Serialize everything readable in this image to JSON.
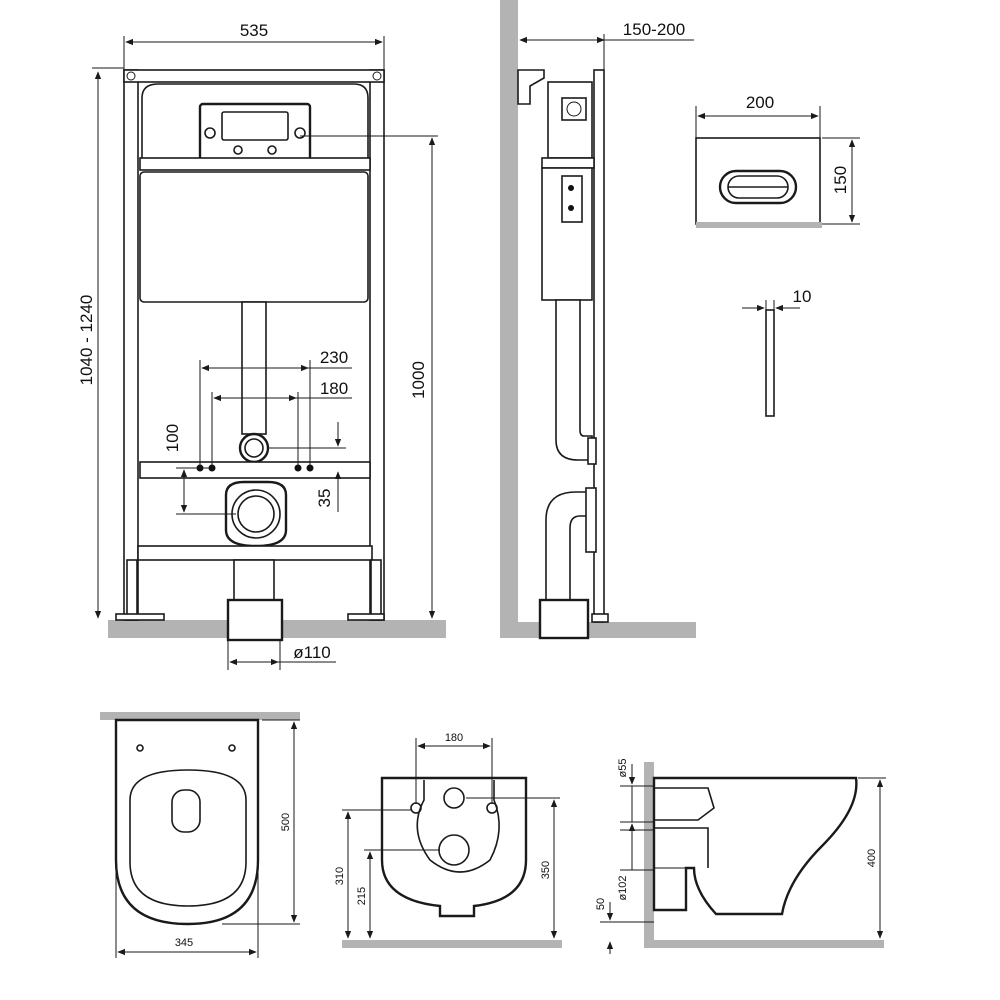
{
  "front_view": {
    "width_label": "535",
    "height_range_label": "1040 - 1240",
    "frame_height_label": "1000",
    "outer_spacing_label": "230",
    "inner_spacing_label": "180",
    "height_100_label": "100",
    "height_35_label": "35",
    "pipe_diameter_label": "ø110"
  },
  "side_view": {
    "depth_label": "150-200"
  },
  "flush_plate": {
    "width_label": "200",
    "height_label": "150",
    "thickness_label": "10"
  },
  "bowl_top": {
    "length_label": "500",
    "width_label": "345"
  },
  "bowl_back": {
    "spacing_label": "180",
    "height_310_label": "310",
    "height_215_label": "215",
    "height_350_label": "350"
  },
  "bowl_side": {
    "d55_label": "ø55",
    "d102_label": "ø102",
    "offset_label": "50",
    "height_label": "400"
  },
  "colors": {
    "line": "#1a1a1a",
    "floor": "#b3b3b3",
    "background": "#ffffff"
  }
}
